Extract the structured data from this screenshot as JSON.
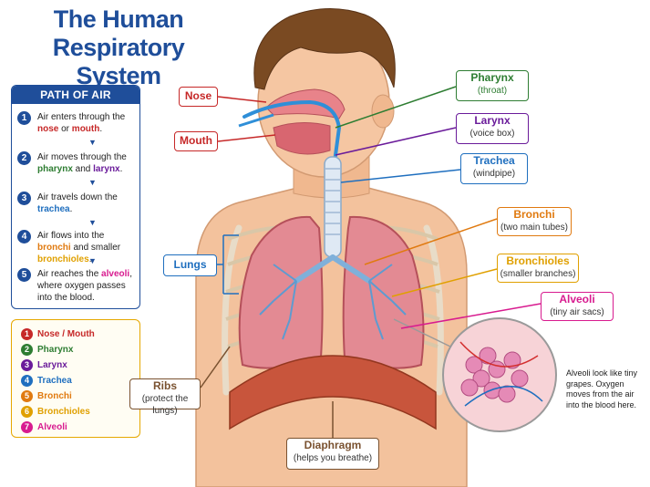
{
  "title": {
    "line1": "The Human",
    "line2": "Respiratory System"
  },
  "path_panel": {
    "heading": "PATH OF AIR",
    "steps": [
      {
        "num": "1",
        "pre": "Air enters through the ",
        "a": "nose",
        "mid": " or ",
        "b": "mouth",
        "post": "."
      },
      {
        "num": "2",
        "pre": "Air moves through the ",
        "a": "pharynx",
        "mid": " and ",
        "b": "larynx",
        "post": "."
      },
      {
        "num": "3",
        "pre": "Air travels down the ",
        "a": "trachea",
        "mid": "",
        "b": "",
        "post": "."
      },
      {
        "num": "4",
        "pre": "Air flows into the ",
        "a": "bronchi",
        "mid": " and smaller ",
        "b": "bronchioles",
        "post": "."
      },
      {
        "num": "5",
        "pre": "Air reaches the ",
        "a": "alveoli",
        "mid": ", where oxygen passes into the blood.",
        "b": "",
        "post": ""
      }
    ]
  },
  "legend": [
    {
      "num": "1",
      "label": "Nose / Mouth",
      "color": "#c62828"
    },
    {
      "num": "2",
      "label": "Pharynx",
      "color": "#2e7d32"
    },
    {
      "num": "3",
      "label": "Larynx",
      "color": "#6a1b9a"
    },
    {
      "num": "4",
      "label": "Trachea",
      "color": "#1f6fbf"
    },
    {
      "num": "5",
      "label": "Bronchi",
      "color": "#e07a10"
    },
    {
      "num": "6",
      "label": "Bronchioles",
      "color": "#e0a000"
    },
    {
      "num": "7",
      "label": "Alveoli",
      "color": "#d81b8f"
    }
  ],
  "labels": {
    "nose": {
      "title": "Nose",
      "color": "#c62828"
    },
    "mouth": {
      "title": "Mouth",
      "color": "#c62828"
    },
    "pharynx": {
      "title": "Pharynx",
      "sub": "(throat)",
      "color": "#2e7d32"
    },
    "larynx": {
      "title": "Larynx",
      "sub": "(voice box)",
      "color": "#6a1b9a"
    },
    "trachea": {
      "title": "Trachea",
      "sub": "(windpipe)",
      "color": "#1f6fbf"
    },
    "bronchi": {
      "title": "Bronchi",
      "sub": "(two main tubes)",
      "color": "#e07a10"
    },
    "bronchioles": {
      "title": "Bronchioles",
      "sub": "(smaller branches)",
      "color": "#e0a000"
    },
    "alveoli": {
      "title": "Alveoli",
      "sub": "(tiny air sacs)",
      "color": "#d81b8f"
    },
    "lungs": {
      "title": "Lungs",
      "color": "#1f6fbf"
    },
    "ribs": {
      "title": "Ribs",
      "sub": "(protect the lungs)",
      "color": "#7a5230"
    },
    "diaphragm": {
      "title": "Diaphragm",
      "sub": "(helps you breathe)",
      "color": "#7a5230"
    }
  },
  "alveoli_note": "Alveoli look like tiny grapes. Oxygen moves from the air into the blood here."
}
